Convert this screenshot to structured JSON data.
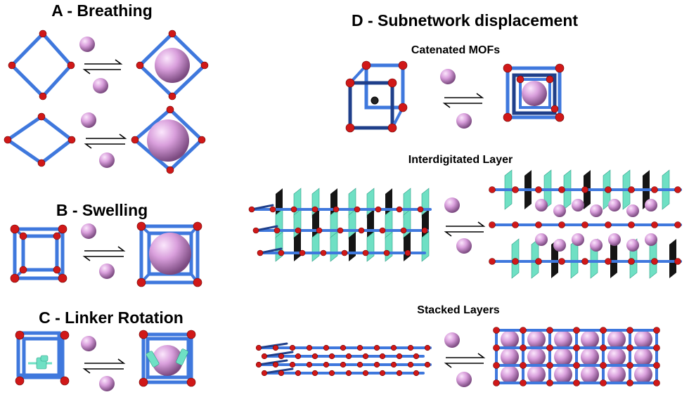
{
  "panels": {
    "a": {
      "title": "A - Breathing"
    },
    "b": {
      "title": "B - Swelling"
    },
    "c": {
      "title": "C - Linker Rotation"
    },
    "d": {
      "title": "D - Subnetwork displacement",
      "catenated": "Catenated MOFs",
      "interdigitated": "Interdigitated Layer",
      "stacked": "Stacked Layers"
    }
  },
  "colors": {
    "node": "#d01818",
    "linker": "#3f78dd",
    "guest": "#d9a0dc",
    "rotor": "#6fe0c4",
    "layer_panel": "#151515"
  }
}
